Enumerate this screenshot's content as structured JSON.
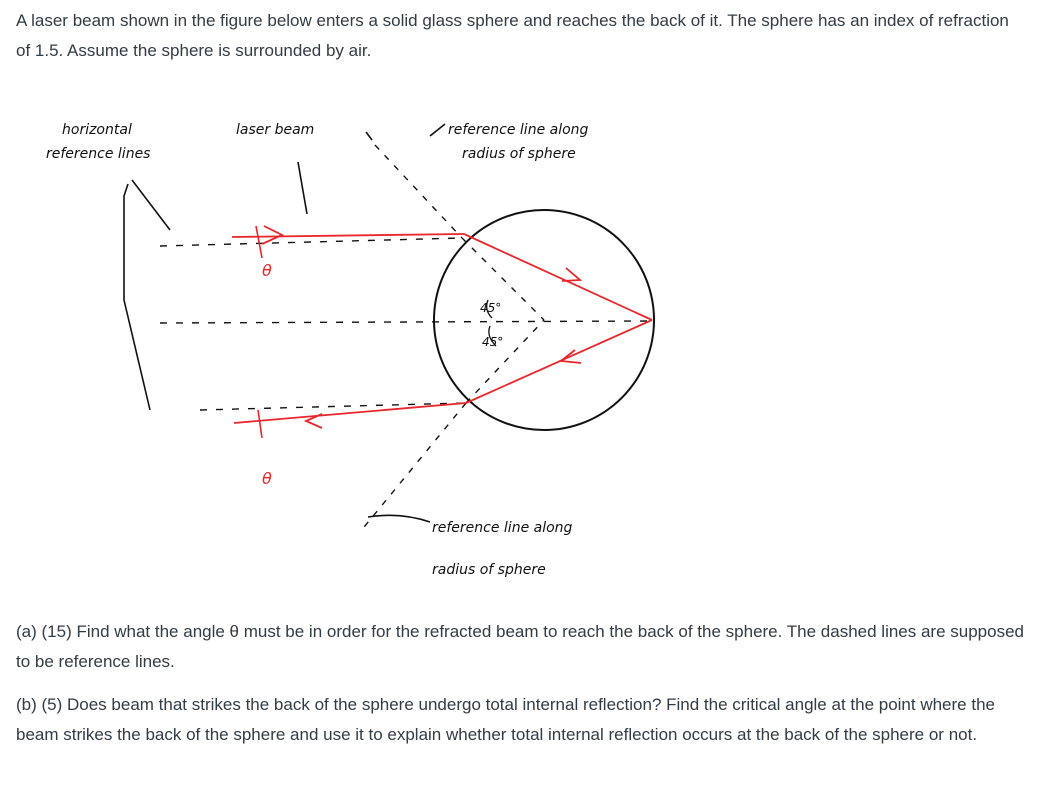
{
  "problem": {
    "intro": "A laser beam shown in the figure below enters a solid glass sphere and reaches the back of it.  The sphere has an index of refraction of 1.5.  Assume the sphere is surrounded by air.",
    "part_a": "(a) (15) Find what the angle θ must be in order for the refracted beam to reach the back of the sphere.  The dashed lines are supposed to be reference lines.",
    "part_b": "(b) (5) Does beam that strikes the back of the sphere undergo total internal reflection?  Find the critical angle at the point where the beam strikes the back of the sphere and use it to explain whether total internal reflection occurs at the back of the sphere or not."
  },
  "figure": {
    "label_horizontal_1": "horizontal",
    "label_horizontal_2": "reference lines",
    "label_laser": "laser beam",
    "label_ref_top_1": "reference line along",
    "label_ref_top_2": "radius of sphere",
    "label_ref_bottom_1": "reference line along",
    "label_ref_bottom_2": "radius of sphere",
    "angle_top": "45°",
    "angle_bottom": "45°",
    "theta_top": "θ",
    "theta_bottom": "θ",
    "beam_color": "#e8262b",
    "ink_color": "#111111"
  }
}
